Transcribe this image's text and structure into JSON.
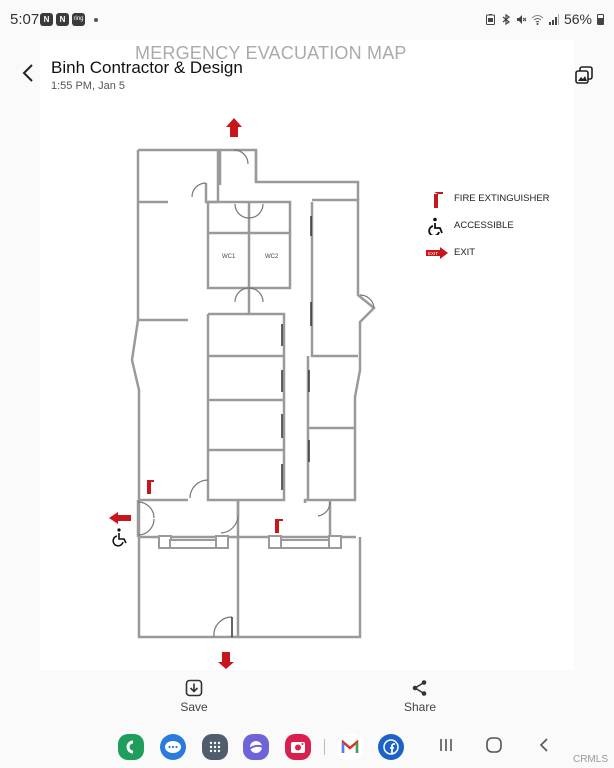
{
  "status_bar": {
    "time": "5:07",
    "notifications": [
      {
        "icon": "n-app-icon",
        "glyph": "N"
      },
      {
        "icon": "n-app-icon",
        "glyph": "N"
      },
      {
        "icon": "ring-app-icon",
        "glyph": "ring"
      }
    ],
    "battery_percent": "56%",
    "status_icons": [
      "battery-saver-icon",
      "bluetooth-icon",
      "mute-icon",
      "wifi-icon",
      "signal-icon"
    ]
  },
  "header": {
    "title": "Binh Contractor & Design",
    "subtitle": "1:55 PM, Jan 5",
    "back_icon": "back-chevron-icon",
    "gallery_icon": "gallery-icon"
  },
  "map": {
    "title": "MERGENCY EVACUATION MAP",
    "room_labels": [
      "WC1",
      "WC2"
    ],
    "legend": [
      {
        "icon": "fire-extinguisher-icon",
        "label": "FIRE EXTINGUISHER"
      },
      {
        "icon": "accessible-icon",
        "label": "ACCESSIBLE"
      },
      {
        "icon": "exit-arrow-icon",
        "label": "EXIT",
        "badge": "EXIT"
      }
    ],
    "colors": {
      "exit": "#c8161d",
      "wall": "#9a9a9a"
    }
  },
  "actions": {
    "save_label": "Save",
    "share_label": "Share"
  },
  "dock": {
    "apps": [
      {
        "name": "Phone",
        "color": "#1e9e5a"
      },
      {
        "name": "Messages",
        "color": "#2a7bdb"
      },
      {
        "name": "Apps",
        "color": "#4f5d6c"
      },
      {
        "name": "Internet",
        "color": "#6f63d8"
      },
      {
        "name": "Camera",
        "color": "#d81f4e"
      },
      {
        "name": "Gmail",
        "color": "#ffffff"
      },
      {
        "name": "Facebook",
        "color": "#1d63c7"
      }
    ],
    "nav": [
      "recents",
      "home",
      "back"
    ]
  },
  "watermark": "CRMLS"
}
